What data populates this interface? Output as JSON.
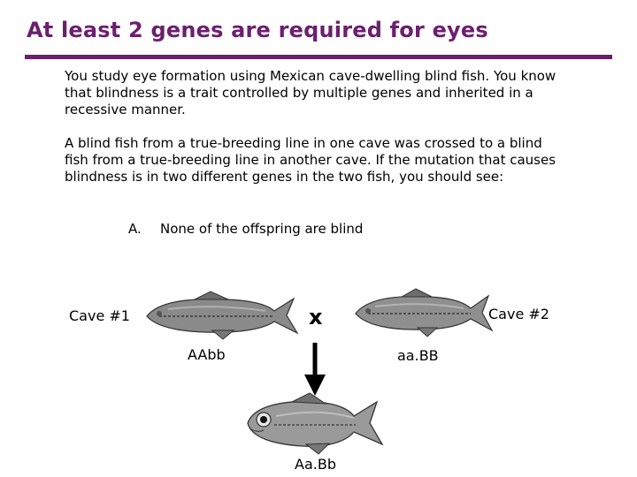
{
  "title": "At least 2 genes are required for eyes",
  "colors": {
    "accent": "#6b1f6e"
  },
  "paragraphs": [
    "You study eye formation using Mexican cave-dwelling blind fish. You know that blindness is a trait controlled by multiple genes and inherited in a recessive manner.",
    "A blind fish from a true-breeding line in one cave was crossed to a blind fish from a true-breeding line in another cave. If the mutation that causes blindness is in two different genes in the two fish, you should see:"
  ],
  "option": {
    "letter": "A.",
    "text": "None of the offspring are blind"
  },
  "diagram": {
    "cave1_label": "Cave #1",
    "cave2_label": "Cave #2",
    "cross_symbol": "x",
    "genotype1": "AAbb",
    "genotype2": "aa.BB",
    "offspring": "Aa.Bb"
  },
  "icons": [
    "fish-icon",
    "down-arrow-icon"
  ]
}
